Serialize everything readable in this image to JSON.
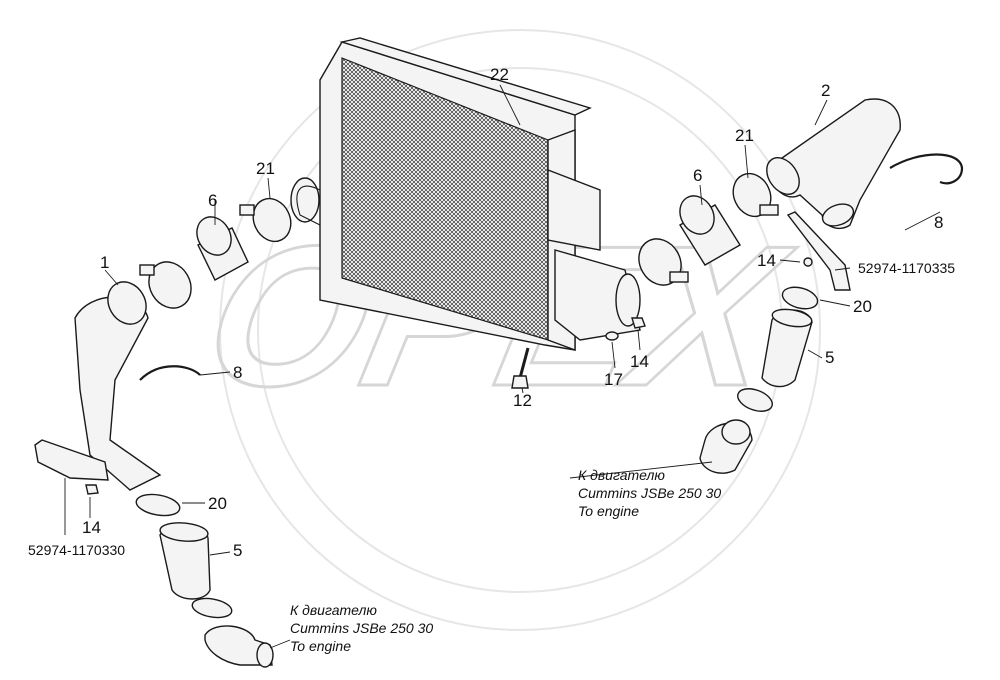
{
  "watermark": {
    "text": "OPEX"
  },
  "corner_mark": "",
  "parts": {
    "p22": "22",
    "p2": "2",
    "p21_left": "21",
    "p21_right": "21",
    "p6_left": "6",
    "p6_right": "6",
    "p1": "1",
    "p8_left": "8",
    "p8_right": "8",
    "p14_bracket_right": "14",
    "p14_nut": "14",
    "p14_left": "14",
    "p20_right": "20",
    "p20_left": "20",
    "p5_right": "5",
    "p5_left": "5",
    "p17": "17",
    "p12": "12"
  },
  "refs": {
    "bracket_right": "52974-1170335",
    "bracket_left": "52974-1170330"
  },
  "notes": {
    "right": {
      "line1": "К двигателю",
      "line2": "Cummins JSBe 250 30",
      "line3": "To engine"
    },
    "left": {
      "line1": "К двигателю",
      "line2": "Cummins JSBe 250 30",
      "line3": "To engine"
    }
  }
}
